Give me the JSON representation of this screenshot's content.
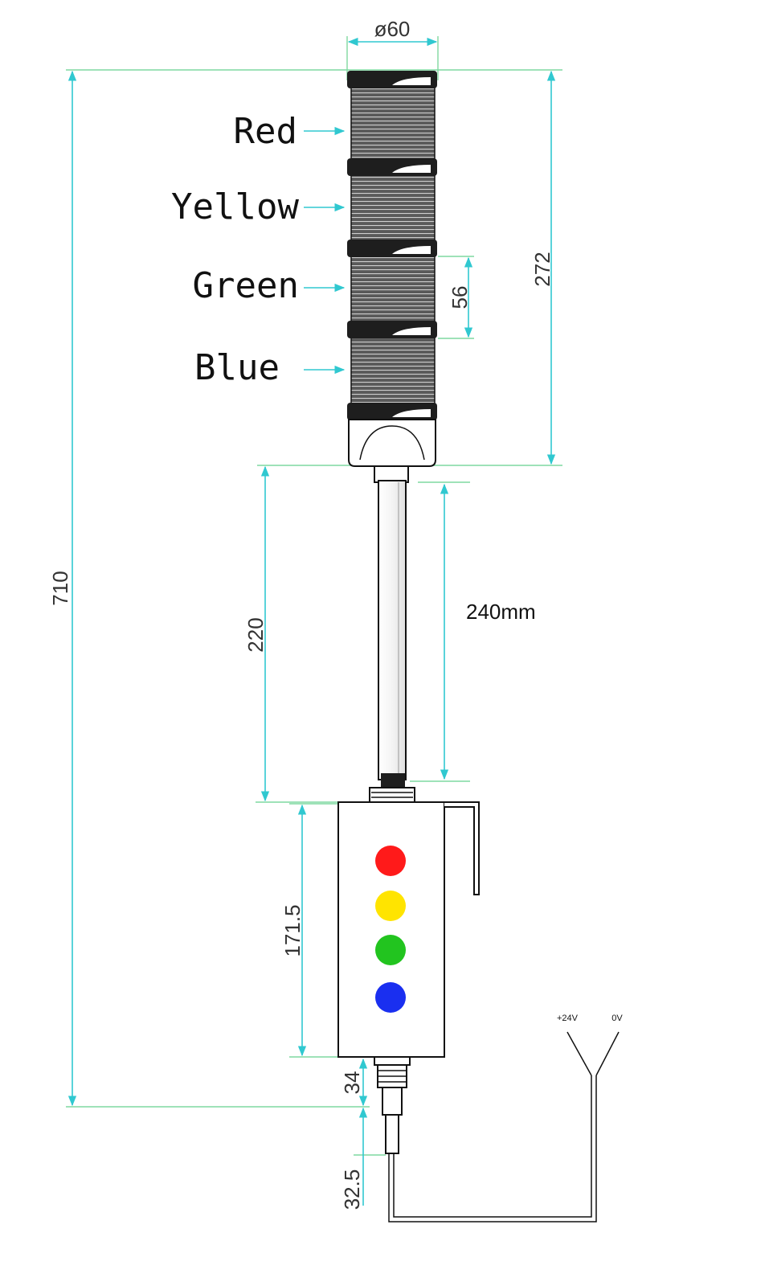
{
  "tiers": [
    {
      "name": "Red",
      "color": "#ff1a1a"
    },
    {
      "name": "Yellow",
      "color": "#ffe400"
    },
    {
      "name": "Green",
      "color": "#22c41f"
    },
    {
      "name": "Blue",
      "color": "#1a2ff0"
    }
  ],
  "dimensions": {
    "diameter": "ø60",
    "overall_height": "710",
    "light_height": "272",
    "tier_height": "56",
    "pole_length": "220",
    "pole_exposed": "240mm",
    "box_height": "171.5",
    "gland_length": "34",
    "cable_stub": "32.5"
  },
  "wiring": {
    "positive": "+24V",
    "negative": "0V"
  },
  "colors": {
    "dimension_line": "#30c8d0",
    "extension_line": "#7fd9a0",
    "outline": "#111111"
  }
}
